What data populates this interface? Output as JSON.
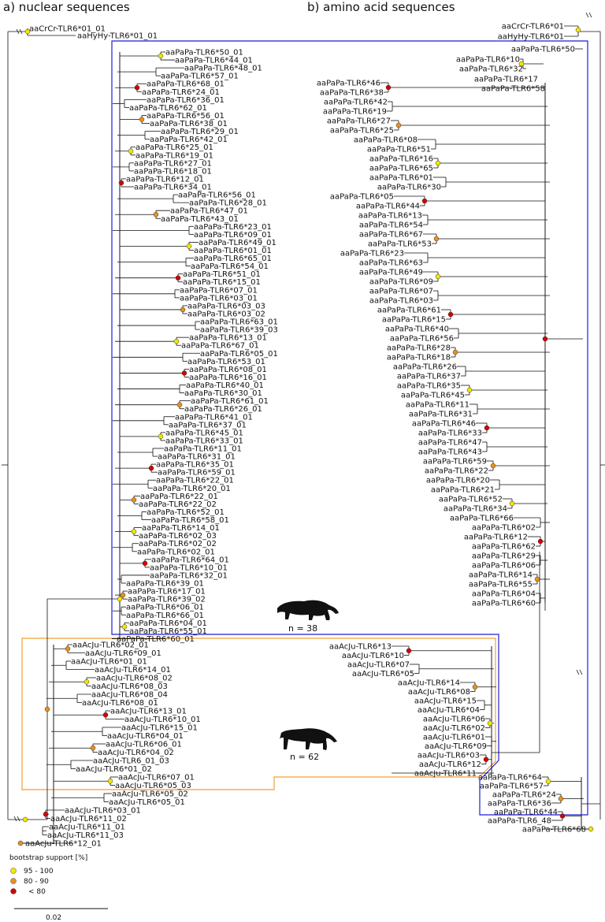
{
  "headings": {
    "left": "a) nuclear sequences",
    "right": "b) amino acid sequences"
  },
  "colors": {
    "high": "#f2e600",
    "mid": "#e8911c",
    "low": "#d40000",
    "pardus_box": "#1f1fd6",
    "jubatus_box": "#f0a030"
  },
  "nuclear_outgroup": [
    "aaCrCr-TLR6*01_01",
    "aaHyHy-TLR6*01_01"
  ],
  "nuclear_pardus": [
    "aaPaPa-TLR6*50_01",
    "aaPaPa-TLR6*44_01",
    "aaPaPa-TLR6*48_01",
    "aaPaPa-TLR6*57_01",
    "aaPaPa-TLR6*68_01",
    "aaPaPa-TLR6*24_01",
    "aaPaPa-TLR6*36_01",
    "aaPaPa-TLR6*62_01",
    "aaPaPa-TLR6*56_01",
    "aaPaPa-TLR6*38_01",
    "aaPaPa-TLR6*29_01",
    "aaPaPa-TLR6*42_01",
    "aaPaPa-TLR6*25_01",
    "aaPaPa-TLR6*19_01",
    "aaPaPa-TLR6*27_01",
    "aaPaPa-TLR6*18_01",
    "aaPaPa-TLR6*12_01",
    "aaPaPa-TLR6*34_01",
    "aaPaPa-TLR6*56_01",
    "aaPaPa-TLR6*28_01",
    "aaPaPa-TLR6*47_01",
    "aaPaPa-TLR6*43_01",
    "aaPaPa-TLR6*23_01",
    "aaPaPa-TLR6*09_01",
    "aaPaPa-TLR6*49_01",
    "aaPaPa-TLR6*01_01",
    "aaPaPa-TLR6*65_01",
    "aaPaPa-TLR6*54_01",
    "aaPaPa-TLR6*51_01",
    "aaPaPa-TLR6*15_01",
    "aaPaPa-TLR6*07_01",
    "aaPaPa-TLR6*03_01",
    "aaPaPa-TLR6*03_03",
    "aaPaPa-TLR6*03_02",
    "aaPaPa-TLR6*63_01",
    "aaPaPa-TLR6*39_03",
    "aaPaPa-TLR6*13_01",
    "aaPaPa-TLR6*67_01",
    "aaPaPa-TLR6*05_01",
    "aaPaPa-TLR6*53_01",
    "aaPaPa-TLR6*08_01",
    "aaPaPa-TLR6*16_01",
    "aaPaPa-TLR6*40_01",
    "aaPaPa-TLR6*30_01",
    "aaPaPa-TLR6*61_01",
    "aaPaPa-TLR6*26_01",
    "aaPaPa-TLR6*41_01",
    "aaPaPa-TLR6*37_01",
    "aaPaPa-TLR6*45_01",
    "aaPaPa-TLR6*33_01",
    "aaPaPa-TLR6*11_01",
    "aaPaPa-TLR6*31_01",
    "aaPaPa-TLR6*35_01",
    "aaPaPa-TLR6*59_01",
    "aaPaPa-TLR6*22_01",
    "aaPaPa-TLR6*20_01",
    "aaPaPa-TLR6*22_01",
    "aaPaPa-TLR6*22_02",
    "aaPaPa-TLR6*52_01",
    "aaPaPa-TLR6*58_01",
    "aaPaPa-TLR6*14_01",
    "aaPaPa-TLR6*02_03",
    "aaPaPa-TLR6*02_02",
    "aaPaPa-TLR6*02_01",
    "aaPaPa-TLR6*64_01",
    "aaPaPa-TLR6*10_01",
    "aaPaPa-TLR6*32_01",
    "aaPaPa-TLR6*39_01",
    "aaPaPa-TLR6*17_01",
    "aaPaPa-TLR6*39_02",
    "aaPaPa-TLR6*06_01",
    "aaPaPa-TLR6*66_01",
    "aaPaPa-TLR6*04_01",
    "aaPaPa-TLR6*55_01",
    "aaPaPa-TLR6*60_01"
  ],
  "nuclear_jubatus": [
    "aaAcJu-TLR6*02_01",
    "aaAcJu-TLR6*09_01",
    "aaAcJu-TLR6*01_01",
    "aaAcJu-TLR6*14_01",
    "aaAcJu-TLR6*08_02",
    "aaAcJu-TLR6*08_03",
    "aaAcJu-TLR6*08_04",
    "aaAcJu-TLR6*08_01",
    "aaAcJu-TLR6*13_01",
    "aaAcJu-TLR6*10_01",
    "aaAcJu-TLR6*15_01",
    "aaAcJu-TLR6*04_01",
    "aaAcJu-TLR6*06_01",
    "aaAcJu-TLR6*04_02",
    "aaAcJu-TLR6_01_03",
    "aaAcJu-TLR6*01_02",
    "aaAcJu-TLR6*07_01",
    "aaAcJu-TLR6*05_03",
    "aaAcJu-TLR6*05_02",
    "aaAcJu-TLR6*05_01",
    "aaAcJu-TLR6*03_01",
    "aaAcJu-TLR6*11_02",
    "aaAcJu-TLR6*11_01",
    "aaAcJu-TLR6*11_03",
    "aaAcJu-TLR6*12_01"
  ],
  "aa_outgroup": [
    "aaCrCr-TLR6*01",
    "aaHyHy-TLR6*01"
  ],
  "aa_pardus_top": [
    "aaPaPa-TLR6*50",
    "aaPaPa-TLR6*10",
    "aaPaPa-TLR6*32",
    "aaPaPa-TLR6*17",
    "aaPaPa-TLR6*58"
  ],
  "aa_pardus": [
    "aaPaPa-TLR6*46",
    "aaPaPa-TLR6*38",
    "aaPaPa-TLR6*42",
    "aaPaPa-TLR6*19",
    "aaPaPa-TLR6*27",
    "aaPaPa-TLR6*25",
    "aaPaPa-TLR6*08",
    "aaPaPa-TLR6*51",
    "aaPaPa-TLR6*16",
    "aaPaPa-TLR6*65",
    "aaPaPa-TLR6*01",
    "aaPaPa-TLR6*30",
    "aaPaPa-TLR6*05",
    "aaPaPa-TLR6*44",
    "aaPaPa-TLR6*13",
    "aaPaPa-TLR6*54",
    "aaPaPa-TLR6*67",
    "aaPaPa-TLR6*53",
    "aaPaPa-TLR6*23",
    "aaPaPa-TLR6*63",
    "aaPaPa-TLR6*49",
    "aaPaPa-TLR6*09",
    "aaPaPa-TLR6*07",
    "aaPaPa-TLR6*03",
    "aaPaPa-TLR6*61",
    "aaPaPa-TLR6*15",
    "aaPaPa-TLR6*40",
    "aaPaPa-TLR6*56",
    "aaPaPa-TLR6*28",
    "aaPaPa-TLR6*18",
    "aaPaPa-TLR6*26",
    "aaPaPa-TLR6*37",
    "aaPaPa-TLR6*35",
    "aaPaPa-TLR6*45",
    "aaPaPa-TLR6*11",
    "aaPaPa-TLR6*31",
    "aaPaPa-TLR6*46",
    "aaPaPa-TLR6*33",
    "aaPaPa-TLR6*47",
    "aaPaPa-TLR6*43",
    "aaPaPa-TLR6*59",
    "aaPaPa-TLR6*22",
    "aaPaPa-TLR6*20",
    "aaPaPa-TLR6*21",
    "aaPaPa-TLR6*52",
    "aaPaPa-TLR6*34",
    "aaPaPa-TLR6*66",
    "aaPaPa-TLR6*02",
    "aaPaPa-TLR6*12",
    "aaPaPa-TLR6*62",
    "aaPaPa-TLR6*29",
    "aaPaPa-TLR6*06",
    "aaPaPa-TLR6*14",
    "aaPaPa-TLR6*55",
    "aaPaPa-TLR6*04",
    "aaPaPa-TLR6*60"
  ],
  "aa_jubatus": [
    "aaAcJu-TLR6*13",
    "aaAcJu-TLR6*10",
    "aaAcJu-TLR6*07",
    "aaAcJu-TLR6*05",
    "aaAcJu-TLR6*14",
    "aaAcJu-TLR6*08",
    "aaAcJu-TLR6*15",
    "aaAcJu-TLR6*04",
    "aaAcJu-TLR6*06",
    "aaAcJu-TLR6*02",
    "aaAcJu-TLR6*01",
    "aaAcJu-TLR6*09",
    "aaAcJu-TLR6*03",
    "aaAcJu-TLR6*12",
    "aaAcJu-TLR6*11"
  ],
  "aa_pardus_bottom": [
    "aaPaPa-TLR6*64",
    "aaPaPa-TLR6*57",
    "aaPaPa-TLR6*24",
    "aaPaPa-TLR6*36",
    "aaPaPa-TLR6*44",
    "aaPaPa-TLR6_48",
    "aaPaPa-TLR6*68"
  ],
  "counts": {
    "pardus": "n = 38",
    "jubatus": "n = 62"
  },
  "legend": {
    "title": "bootstrap support [%]",
    "items": [
      {
        "label": "95  -  100",
        "color": "#f2e600"
      },
      {
        "label": "80  -  90",
        "color": "#e8911c"
      },
      {
        "label": "< 80",
        "color": "#d40000"
      }
    ]
  },
  "scale_label": "0.02"
}
